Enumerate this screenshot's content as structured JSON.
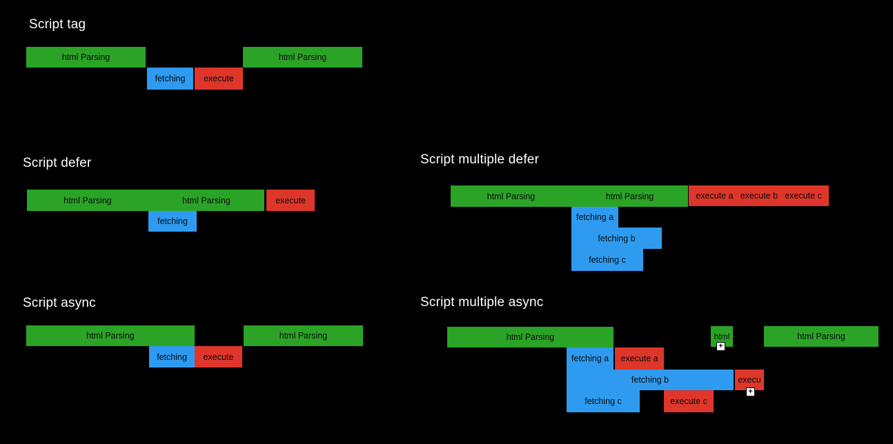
{
  "colors": {
    "background": "#000000",
    "title_text": "#ffffff",
    "bar_text": "#0b0b0b",
    "parsing_green": "#2BA327",
    "fetching_blue": "#2E9BF0",
    "execute_red": "#DF362B",
    "plus_icon_bg": "#ffffff"
  },
  "icons": {
    "plus": "+"
  },
  "sections": [
    {
      "title": "Script tag",
      "parse1": "html Parsing",
      "fetch": "fetching",
      "exec": "execute",
      "parse2": "html Parsing"
    },
    {
      "title": "Script defer",
      "parse1": "html Parsing",
      "parse2": "html Parsing",
      "exec": "execute",
      "fetch": "fetching"
    },
    {
      "title": "Script multiple defer",
      "parse1": "html Parsing",
      "parse2": "html Parsing",
      "exec_a": "execute a",
      "exec_b": "execute b",
      "exec_c": "execute c",
      "fetch_a": "fetching a",
      "fetch_b": "fetching b",
      "fetch_c": "fetching c"
    },
    {
      "title": "Script async",
      "parse1": "html Parsing",
      "fetch": "fetching",
      "exec": "execute",
      "parse2": "html Parsing"
    },
    {
      "title": "Script multiple async",
      "parse1": "html Parsing",
      "html_box": "html",
      "parse2": "html Parsing",
      "fetch_a": "fetching a",
      "exec_a": "execute a",
      "fetch_b": "fetching b",
      "exec_b": "execu",
      "fetch_c": "fetching c",
      "exec_c": "execute c"
    }
  ]
}
